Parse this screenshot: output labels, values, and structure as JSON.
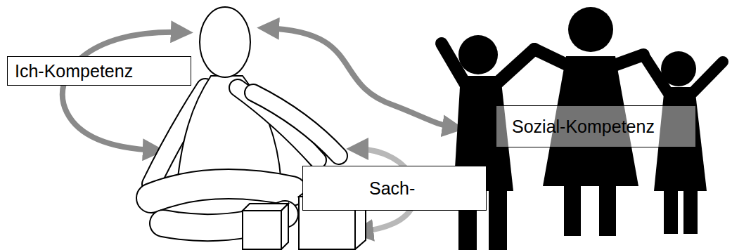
{
  "diagram": {
    "nodes": [
      {
        "text": [
          "Ich-Kompetenz"
        ]
      },
      {
        "text": [
          "Sozial-Kompetenz"
        ]
      },
      {
        "text": [
          "Sach-"
        ]
      }
    ]
  }
}
